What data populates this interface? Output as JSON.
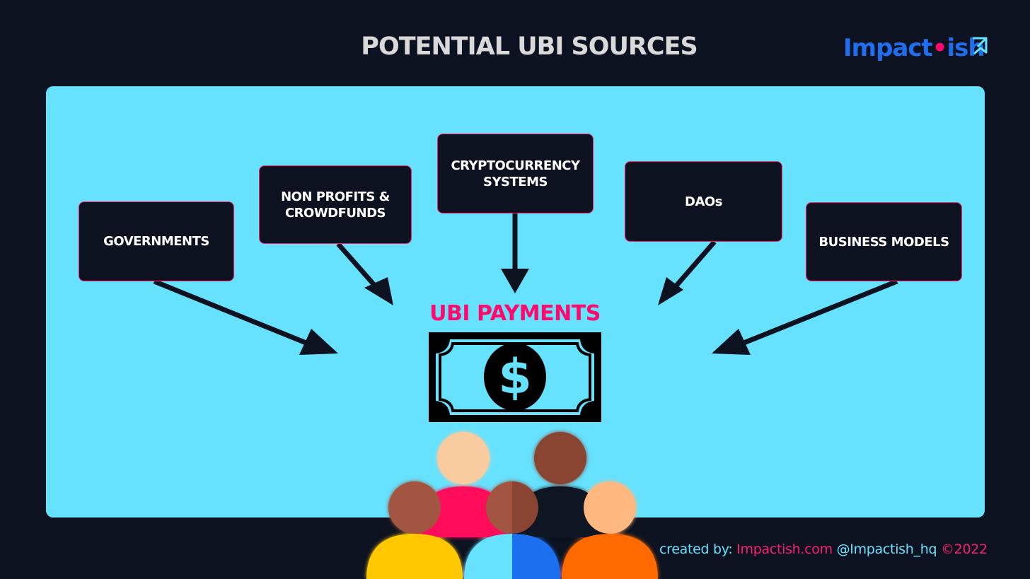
{
  "title": "POTENTIAL UBI SOURCES",
  "logo": {
    "part1": "Impact",
    "dot": "•",
    "part2": "ish"
  },
  "sources": [
    {
      "id": "governments",
      "label": "GOVERNMENTS"
    },
    {
      "id": "nonprofits",
      "label": "NON PROFITS &\nCROWDFUNDS"
    },
    {
      "id": "crypto",
      "label": "CRYPTOCURRENCY\nSYSTEMS"
    },
    {
      "id": "daos",
      "label": "DAOs"
    },
    {
      "id": "business",
      "label": "BUSINESS MODELS"
    }
  ],
  "center": {
    "label": "UBI PAYMENTS",
    "symbol": "$"
  },
  "credit": {
    "prefix": "created by: ",
    "site": "Impactish.com",
    "handle": " @Impactish_hq",
    "year": " ©2022"
  },
  "colors": {
    "background": "#0c1220",
    "panel": "#66e2fe",
    "accent": "#ff0a6c",
    "logo": "#1e6ff0",
    "box_border": "#ff1d6e"
  },
  "icons": [
    "dollar-bill-icon",
    "people-group-icon",
    "logo-arrow-icon"
  ]
}
